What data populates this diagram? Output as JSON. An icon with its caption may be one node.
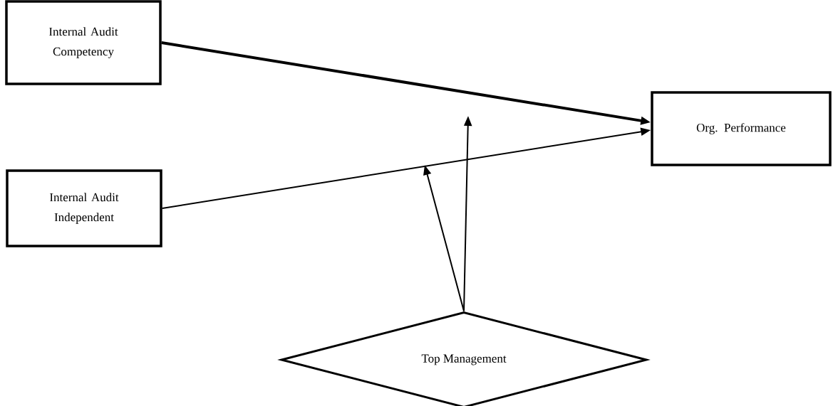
{
  "diagram": {
    "nodes": [
      {
        "text": [
          "Internal Audit Competency"
        ]
      },
      {
        "text": [
          "Org. Performance"
        ]
      },
      {
        "text": [
          "Internal Audit Independent"
        ]
      },
      {
        "text": [
          "Top Management"
        ]
      }
    ],
    "edges": [
      {
        "from": 0,
        "to": 1,
        "arrow": "to",
        "style": "thick"
      },
      {
        "from": 2,
        "to": 1,
        "arrow": "to"
      },
      {
        "from": 3,
        "to": null,
        "arrow": "to"
      },
      {
        "from": 3,
        "to": null,
        "arrow": "to"
      }
    ]
  }
}
